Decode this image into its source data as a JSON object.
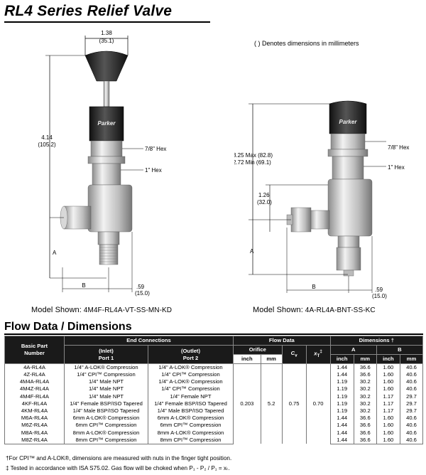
{
  "title": "RL4 Series Relief Valve",
  "mm_note": "( ) Denotes dimensions in millimeters",
  "left_figure": {
    "dim_width": "1.38",
    "dim_width_mm": "(35.1)",
    "dim_height": "4.14",
    "dim_height_mm": "(105.2)",
    "hex_78": "7/8\" Hex",
    "hex_1": "1\" Hex",
    "dim_a": "A",
    "dim_b": "B",
    "dim_59": ".59",
    "dim_59_mm": "(15.0)",
    "brand": "Parker",
    "caption_label": "Model Shown:",
    "caption_value": "4M4F-RL4A-VT-SS-MN-KD"
  },
  "right_figure": {
    "dim_max": "3.25 Max (82.8)",
    "dim_min": "2.72 Min (69.1)",
    "dim_126": "1.26",
    "dim_126_mm": "(32.0)",
    "hex_78": "7/8\" Hex",
    "hex_1": "1\" Hex",
    "dim_a": "A",
    "dim_b": "B",
    "dim_59": ".59",
    "dim_59_mm": "(15.0)",
    "brand": "Parker",
    "caption_label": "Model Shown:",
    "caption_value": "4A-RL4A-BNT-SS-KC"
  },
  "section_title": "Flow Data / Dimensions",
  "table": {
    "h_end_connections": "End Connections",
    "h_flow_data": "Flow Data",
    "h_dimensions": "Dimensions †",
    "h_basic_part": "Basic Part",
    "h_number": "Number",
    "h_inlet": "(Inlet)",
    "h_port1": "Port 1",
    "h_outlet": "(Outlet)",
    "h_port2": "Port 2",
    "h_orifice": "Orifice",
    "h_cv": "C",
    "h_cv_sub": "v",
    "h_xt": "x",
    "h_xt_sub": "T",
    "h_xt_sup": "‡",
    "h_a": "A",
    "h_b": "B",
    "h_inch": "inch",
    "h_mm": "mm",
    "orifice_inch": "0.203",
    "orifice_mm": "5.2",
    "cv": "0.75",
    "xt": "0.70",
    "rows": [
      {
        "part": "4A-RL4A",
        "port1": "1/4\" A-LOK® Compression",
        "port2": "1/4\" A-LOK® Compression",
        "a_in": "1.44",
        "a_mm": "36.6",
        "b_in": "1.60",
        "b_mm": "40.6"
      },
      {
        "part": "4Z-RL4A",
        "port1": "1/4\" CPI™ Compression",
        "port2": "1/4\" CPI™ Compression",
        "a_in": "1.44",
        "a_mm": "36.6",
        "b_in": "1.60",
        "b_mm": "40.6"
      },
      {
        "part": "4M4A-RL4A",
        "port1": "1/4\" Male NPT",
        "port2": "1/4\" A-LOK® Compression",
        "a_in": "1.19",
        "a_mm": "30.2",
        "b_in": "1.60",
        "b_mm": "40.6"
      },
      {
        "part": "4M4Z-RL4A",
        "port1": "1/4\" Male NPT",
        "port2": "1/4\" CPI™ Compression",
        "a_in": "1.19",
        "a_mm": "30.2",
        "b_in": "1.60",
        "b_mm": "40.6"
      },
      {
        "part": "4M4F-RL4A",
        "port1": "1/4\" Male NPT",
        "port2": "1/4\" Female NPT",
        "a_in": "1.19",
        "a_mm": "30.2",
        "b_in": "1.17",
        "b_mm": "29.7"
      },
      {
        "part": "4KF-RL4A",
        "port1": "1/4\" Female BSP/ISO Tapered",
        "port2": "1/4\" Female BSP/ISO Tapered",
        "a_in": "1.19",
        "a_mm": "30.2",
        "b_in": "1.17",
        "b_mm": "29.7"
      },
      {
        "part": "4KM-RL4A",
        "port1": "1/4\" Male BSP/ISO Tapered",
        "port2": "1/4\" Male BSP/ISO Tapered",
        "a_in": "1.19",
        "a_mm": "30.2",
        "b_in": "1.17",
        "b_mm": "29.7"
      },
      {
        "part": "M6A-RL4A",
        "port1": "6mm A-LOK® Compression",
        "port2": "6mm A-LOK® Compression",
        "a_in": "1.44",
        "a_mm": "36.6",
        "b_in": "1.60",
        "b_mm": "40.6"
      },
      {
        "part": "M6Z-RL4A",
        "port1": "6mm CPI™ Compression",
        "port2": "6mm CPI™ Compression",
        "a_in": "1.44",
        "a_mm": "36.6",
        "b_in": "1.60",
        "b_mm": "40.6"
      },
      {
        "part": "M8A-RL4A",
        "port1": "8mm A-LOK® Compression",
        "port2": "8mm A-LOK® Compression",
        "a_in": "1.44",
        "a_mm": "36.6",
        "b_in": "1.60",
        "b_mm": "40.6"
      },
      {
        "part": "M8Z-RL4A",
        "port1": "8mm CPI™ Compression",
        "port2": "8mm CPI™ Compression",
        "a_in": "1.44",
        "a_mm": "36.6",
        "b_in": "1.60",
        "b_mm": "40.6"
      }
    ]
  },
  "footnotes": {
    "note1": "†For CPI™ and A-LOK®, dimensions are measured with nuts in the finger tight position.",
    "note2": "‡ Tested in accordance with ISA S75.02. Gas flow will be choked when P₁ - P₂ / P₁ = xₜ."
  }
}
